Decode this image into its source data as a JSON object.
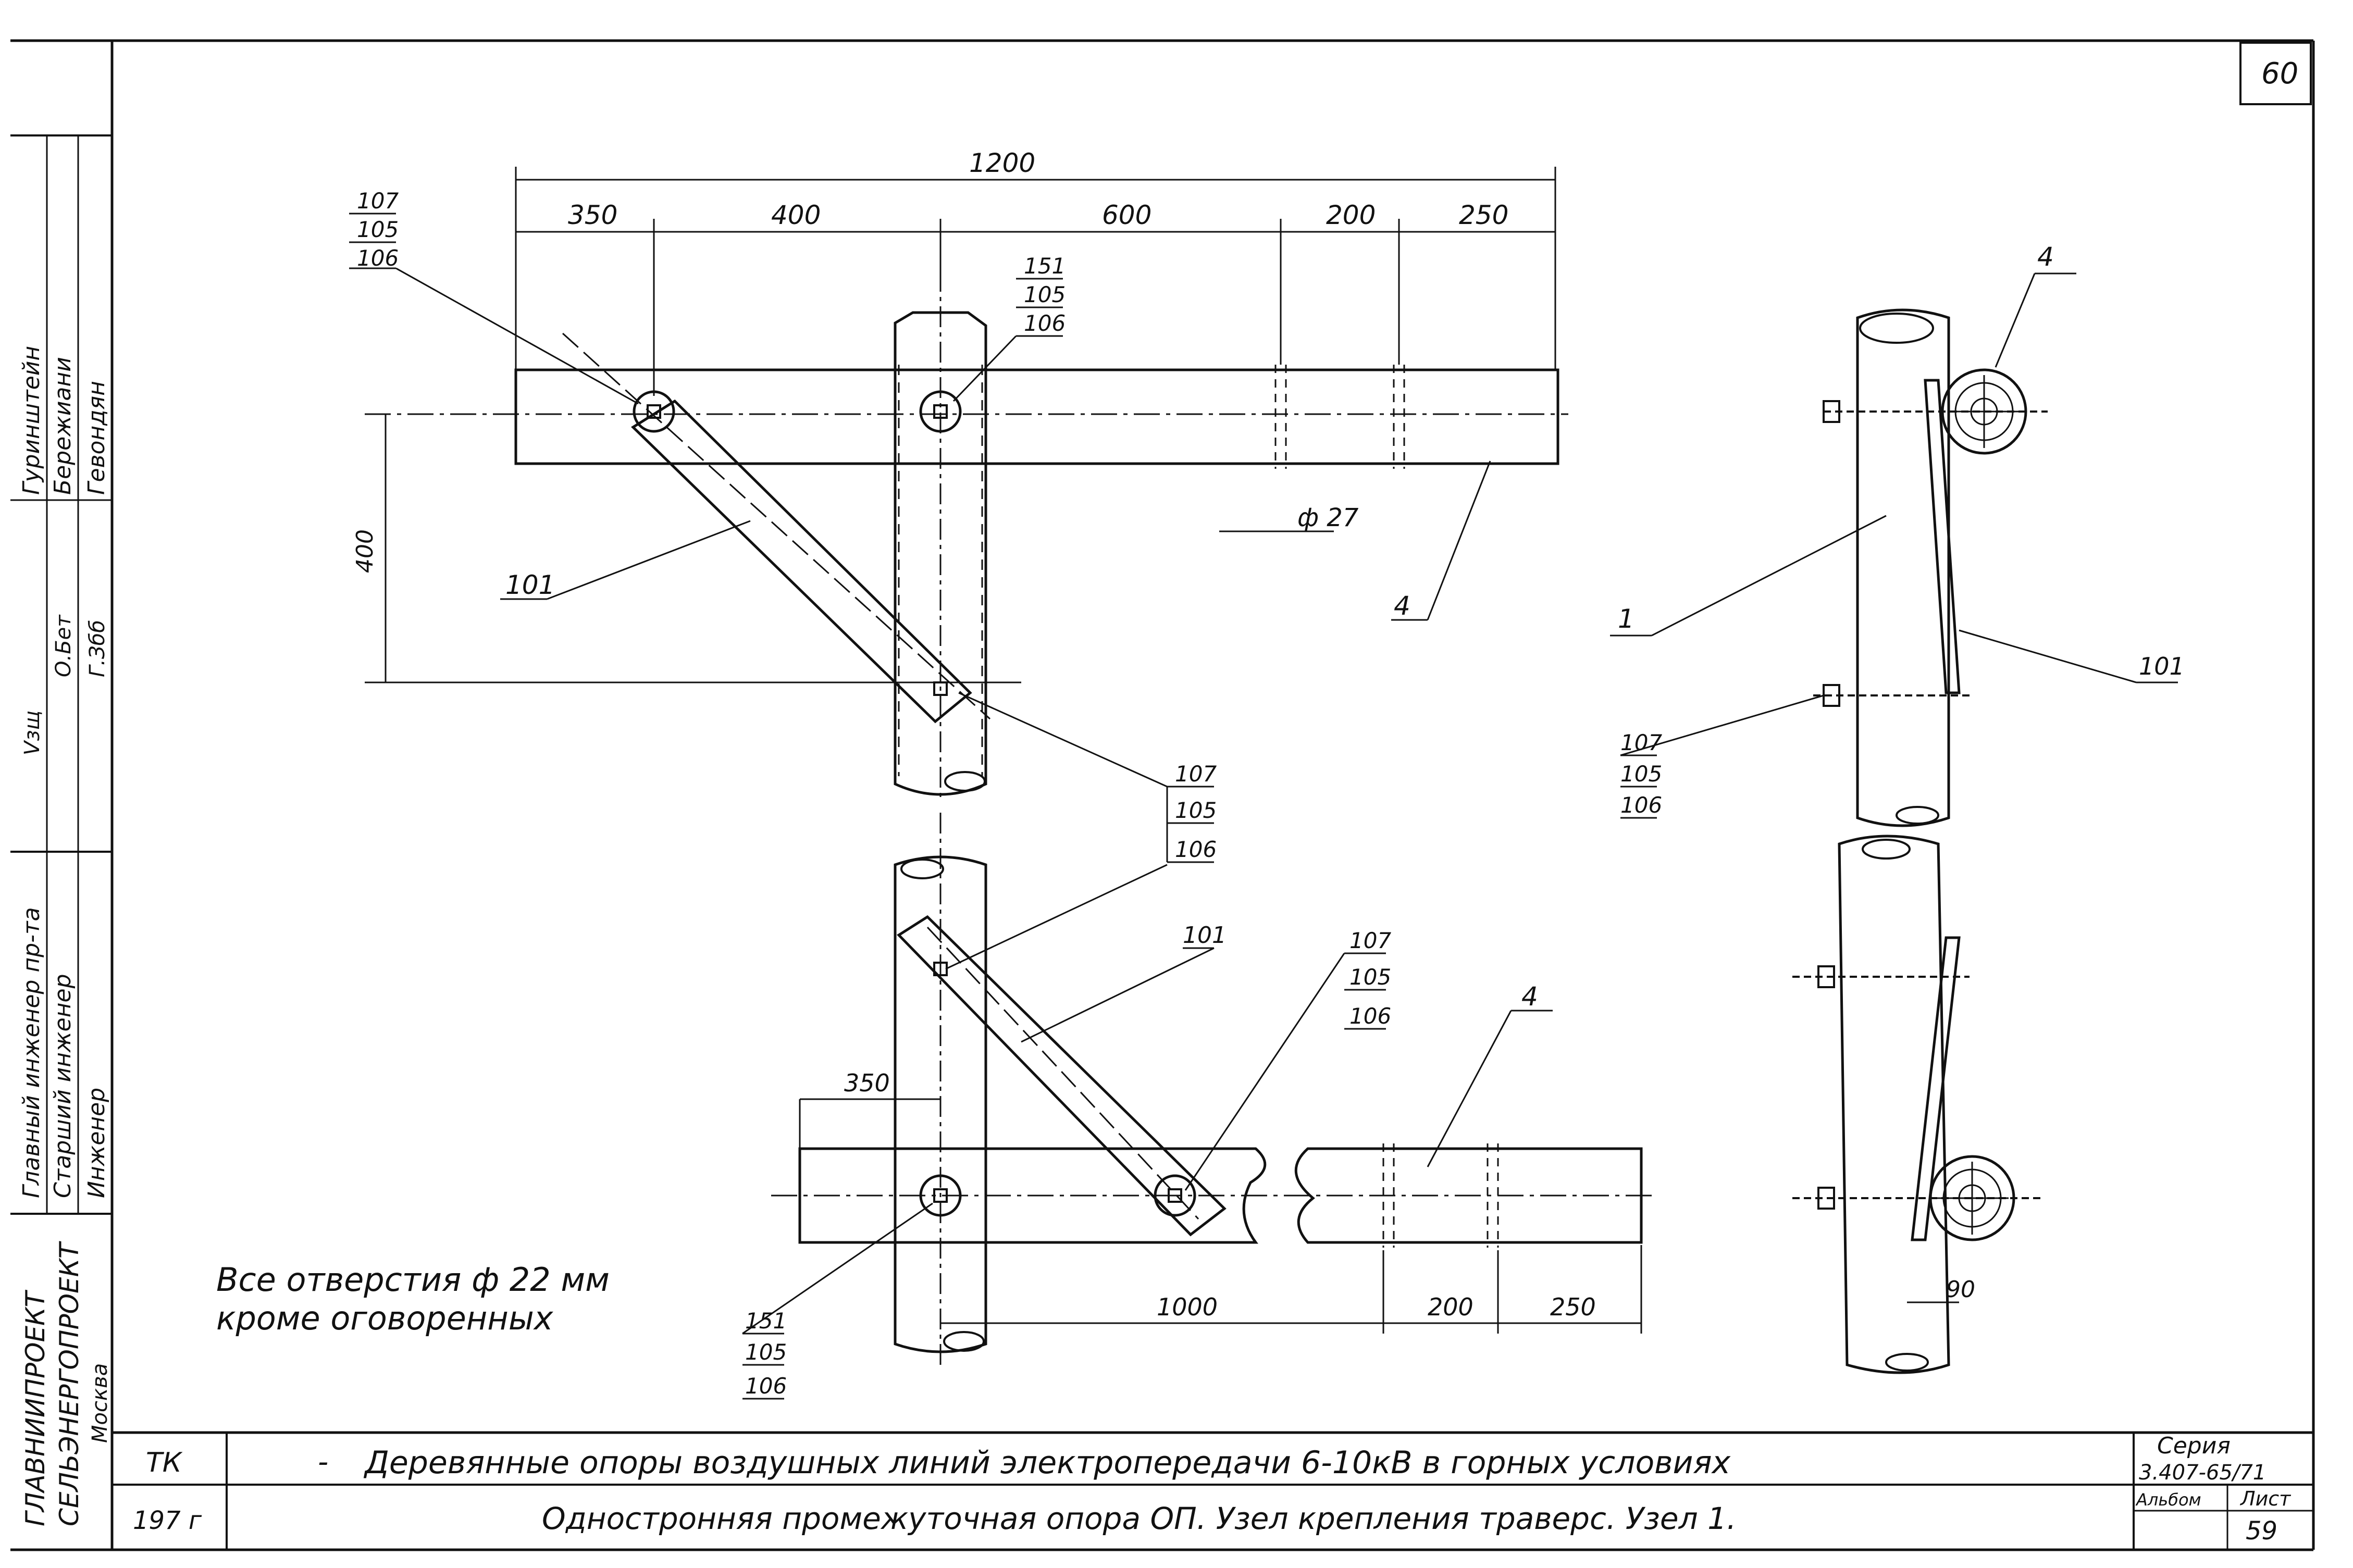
{
  "sheet_number": "60",
  "side_stamp": {
    "org_line1": "ГЛАВНИИПРОЕКТ",
    "org_line2": "СЕЛЬЭНЕРГОПРОЕКТ",
    "city": "Москва",
    "roles": [
      "Главный инженер пр-та",
      "Старший инженер",
      "Инженер"
    ],
    "names": [
      "Гуринштейн",
      "Бережиани",
      "Гевондян"
    ],
    "signatures": [
      "Vзщ",
      "О.Бет",
      "Г.Збб"
    ]
  },
  "top_view": {
    "dims": {
      "total": "1200",
      "seg1": "350",
      "seg2": "400",
      "seg3": "600",
      "seg4": "200",
      "seg5": "250",
      "vertical": "400",
      "hole": "ф 27"
    },
    "callouts": {
      "a": [
        "107",
        "105",
        "106"
      ],
      "b": [
        "151",
        "105",
        "106"
      ],
      "c": [
        "107",
        "105",
        "106"
      ],
      "brace": "101",
      "crossarm": "4"
    }
  },
  "bottom_view": {
    "dims": {
      "offset": "350",
      "seg1": "1000",
      "seg2": "200",
      "seg3": "250"
    },
    "callouts": {
      "brace": "101",
      "a": [
        "107",
        "105",
        "106"
      ],
      "b": [
        "151",
        "105",
        "106"
      ],
      "crossarm": "4"
    }
  },
  "side_view": {
    "callouts": {
      "crossarm": "4",
      "pole": "1",
      "brace": "101",
      "bolt": [
        "107",
        "105",
        "106"
      ]
    },
    "dim": "90"
  },
  "note": {
    "line1": "Все отверстия ф 22 мм",
    "line2": "кроме оговоренных"
  },
  "title_block": {
    "code1": "ТК",
    "code2": "197 г",
    "dash": "-",
    "title": "Деревянные опоры воздушных линий электропередачи 6-10кВ в горных условиях",
    "subtitle": "Одностронняя промежуточная опора ОП. Узел крепления траверс. Узел 1.",
    "series_label": "Серия",
    "series_value": "3.407-65/71",
    "album_label": "Альбом",
    "sheet_label": "Лист",
    "sheet_value": "59"
  }
}
